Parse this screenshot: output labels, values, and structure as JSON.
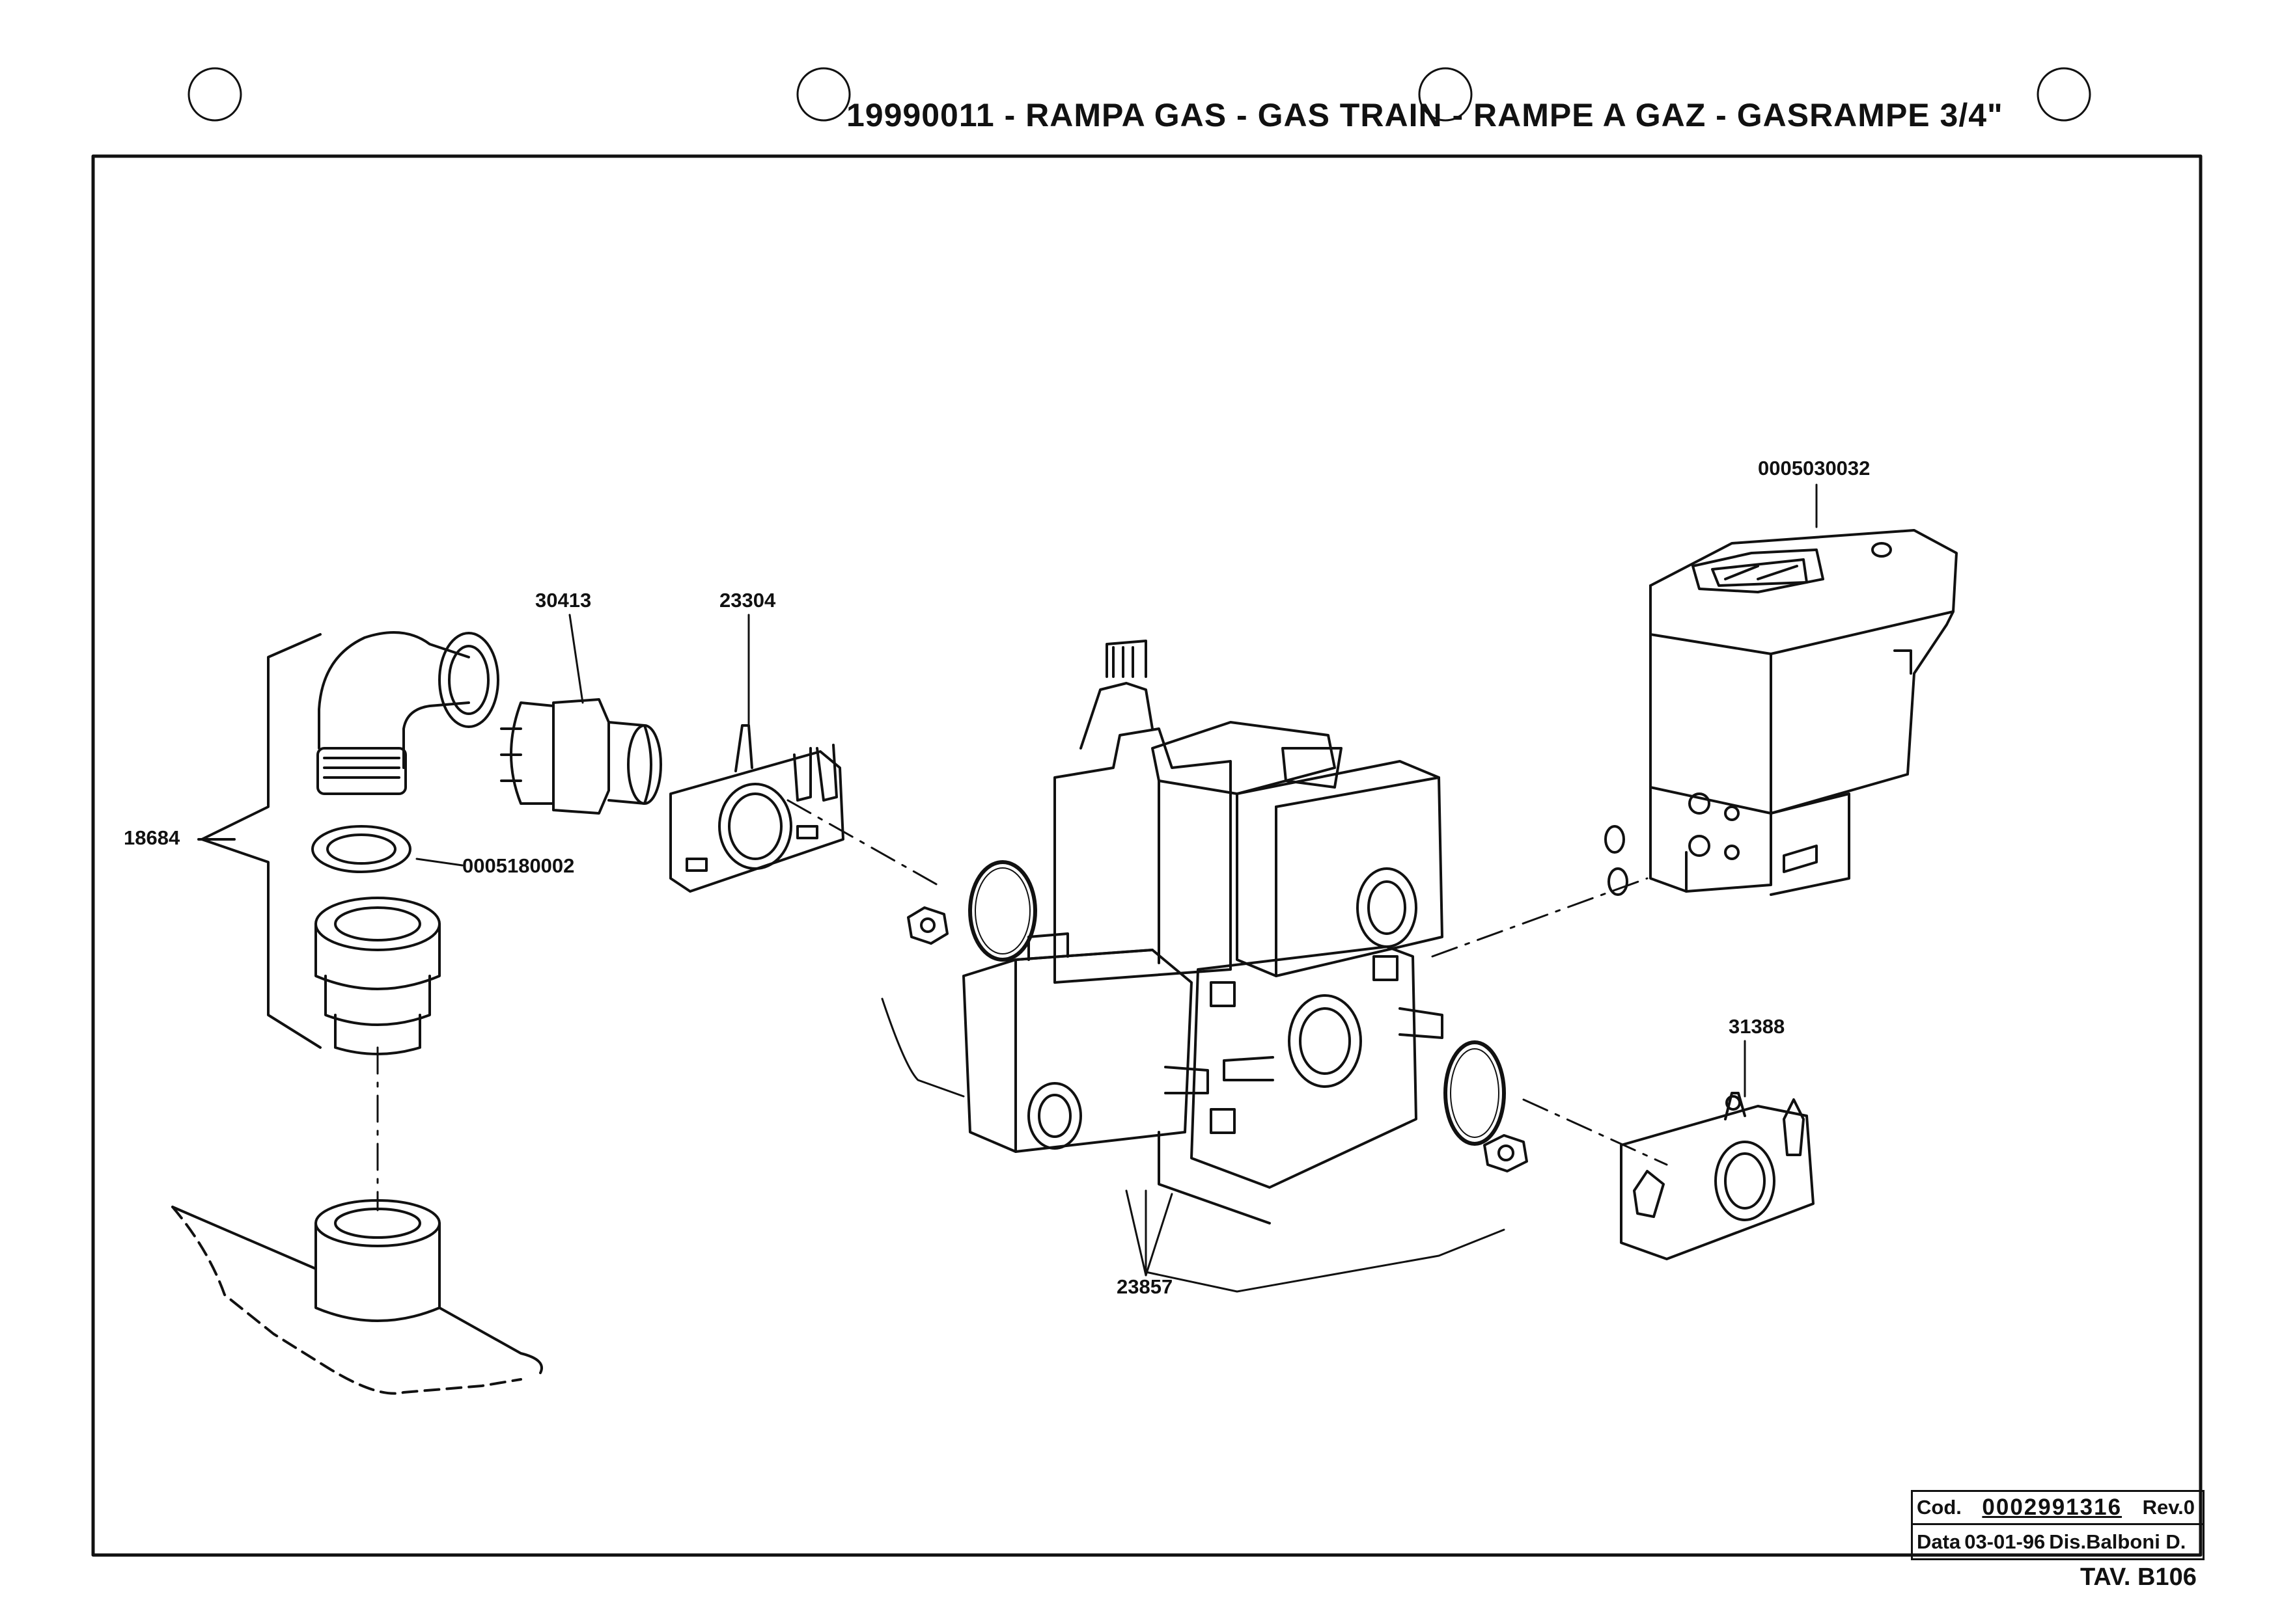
{
  "title": "19990011 - RAMPA  GAS - GAS TRAIN - RAMPE A GAZ - GASRAMPE  3/4\"",
  "labels": {
    "p0005030032": "0005030032",
    "p30413": "30413",
    "p23304": "23304",
    "p18684": "18684",
    "p0005180002": "0005180002",
    "p31388": "31388",
    "p23857": "23857"
  },
  "title_block": {
    "cod_label": "Cod.",
    "cod_value": "0002991316",
    "rev": "Rev.0",
    "data_label": "Data",
    "date": "03-01-96",
    "author": "Dis.Balboni D."
  },
  "sheet": "TAV. B106"
}
